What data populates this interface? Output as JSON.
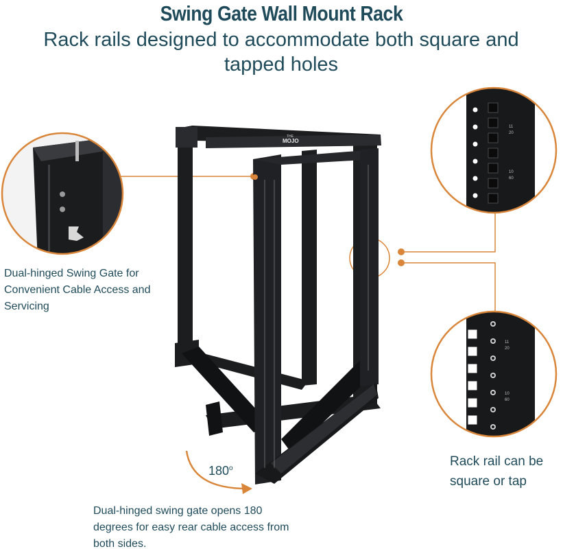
{
  "header": {
    "title": "Swing Gate Wall Mount Rack",
    "subtitle": "Rack rails designed to accommodate both square and tapped holes"
  },
  "callouts": {
    "hinge": "Dual-hinged Swing Gate for Convenient Cable Access and Servicing",
    "swing": "Dual-hinged swing gate opens 180 degrees for easy rear cable access from both sides.",
    "rail": "Rack rail can be square or tap"
  },
  "rotation": {
    "value": "180",
    "unit": "o"
  },
  "product": {
    "brand_top": "THE",
    "brand": "MOJO"
  },
  "rail_marks": {
    "a_top": "11",
    "a_bottom": "20",
    "b_top": "10",
    "b_bottom": "60"
  },
  "colors": {
    "accent": "#d9863a",
    "text": "#1f4a5a",
    "metal": "#1c1d1f"
  }
}
